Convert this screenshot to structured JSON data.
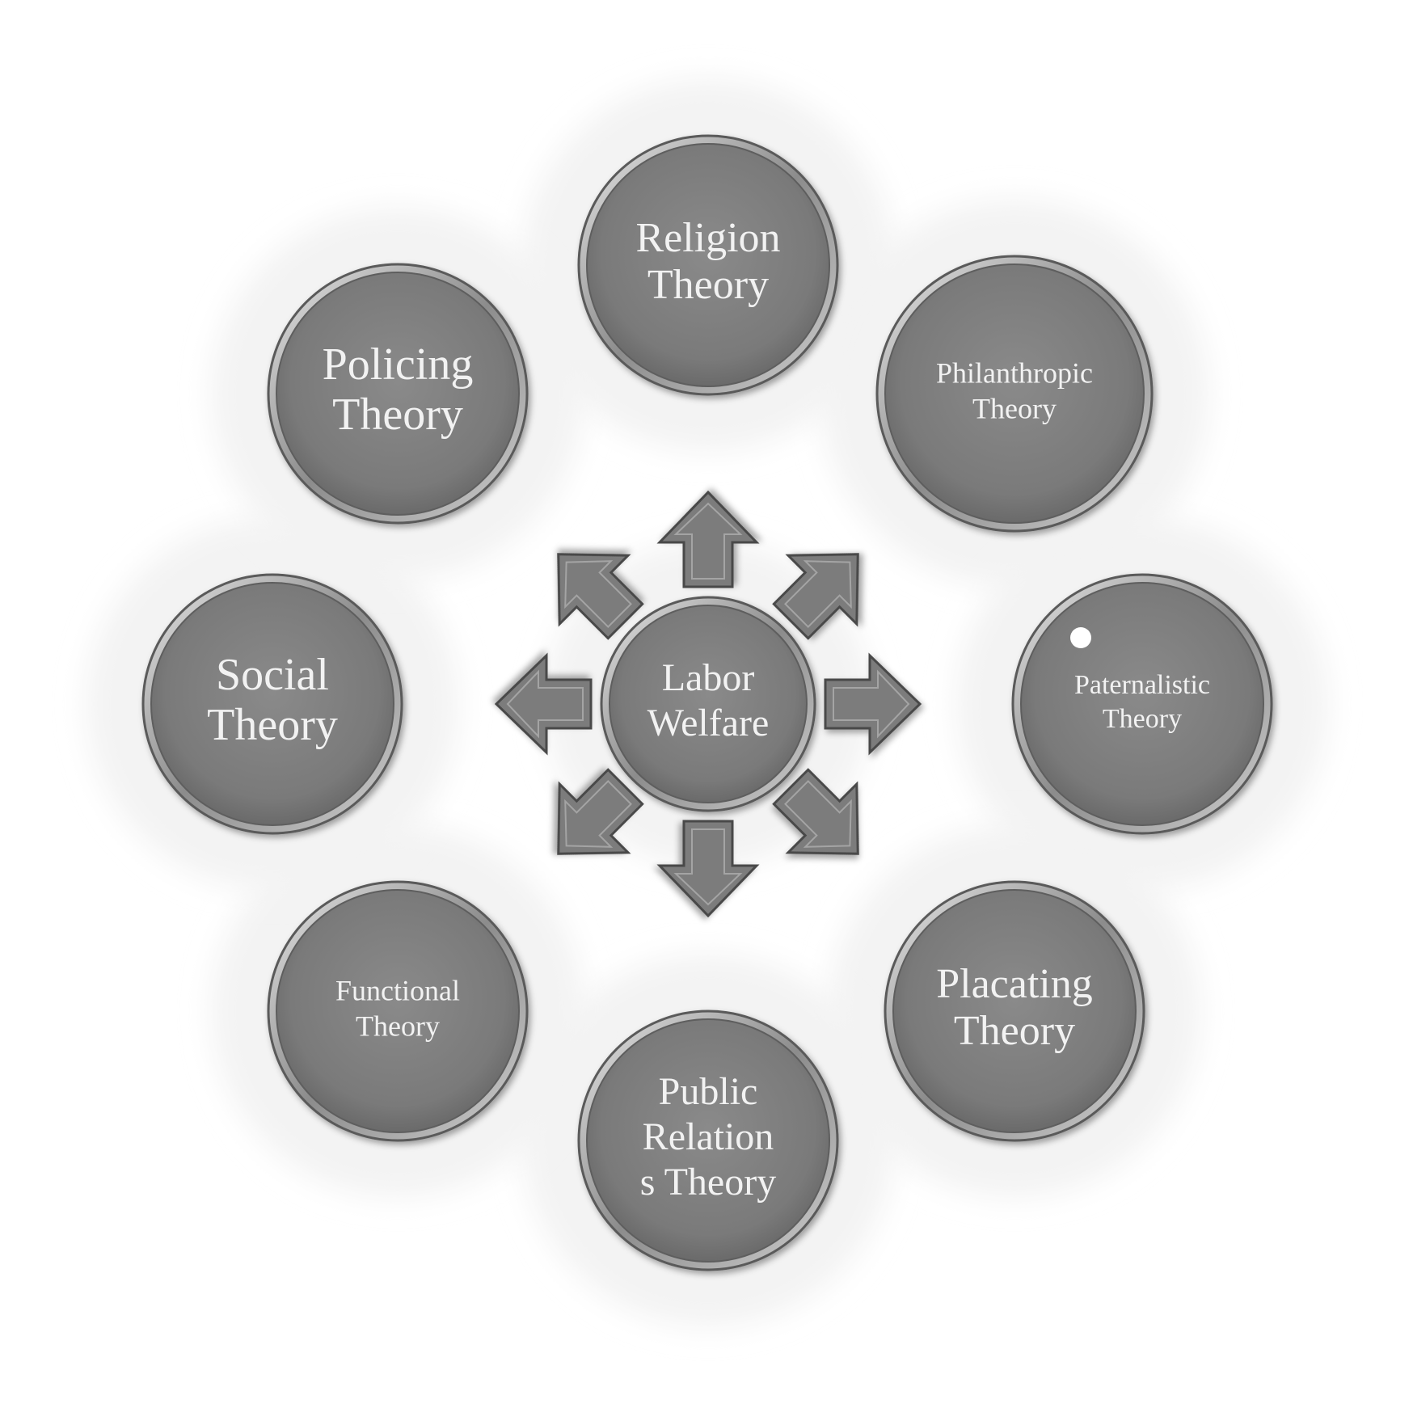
{
  "center": {
    "name": "center-node",
    "lines": [
      "Labor",
      "Welfare"
    ]
  },
  "nodes": [
    {
      "name": "node-religion-theory",
      "lines": [
        "Religion",
        "Theory"
      ]
    },
    {
      "name": "node-philanthropic-theory",
      "lines": [
        "Philanthropic",
        "Theory"
      ]
    },
    {
      "name": "node-paternalistic-theory",
      "lines": [
        "Paternalistic",
        "Theory"
      ]
    },
    {
      "name": "node-placating-theory",
      "lines": [
        "Placating",
        "Theory"
      ]
    },
    {
      "name": "node-public-relations-theory",
      "lines": [
        "Public",
        "Relation",
        "s Theory"
      ]
    },
    {
      "name": "node-functional-theory",
      "lines": [
        "Functional",
        "Theory"
      ]
    },
    {
      "name": "node-social-theory",
      "lines": [
        "Social",
        "Theory"
      ]
    },
    {
      "name": "node-policing-theory",
      "lines": [
        "Policing",
        "Theory"
      ]
    }
  ],
  "edges": [
    {
      "from": "center",
      "to": "Religion Theory"
    },
    {
      "from": "center",
      "to": "Philanthropic Theory"
    },
    {
      "from": "center",
      "to": "Paternalistic Theory"
    },
    {
      "from": "center",
      "to": "Placating Theory"
    },
    {
      "from": "center",
      "to": "Public Relations Theory"
    },
    {
      "from": "center",
      "to": "Functional Theory"
    },
    {
      "from": "center",
      "to": "Social Theory"
    },
    {
      "from": "center",
      "to": "Policing Theory"
    }
  ],
  "colors": {
    "node_fill": "#7a7a7a",
    "node_rim": "#5a5a5a",
    "node_highlight": "#d8d8d8",
    "arrow_fill": "#7c7c7c",
    "arrow_edge": "#4a4a4a",
    "halo": "#f3f3f3",
    "text": "#f2f2f2"
  }
}
